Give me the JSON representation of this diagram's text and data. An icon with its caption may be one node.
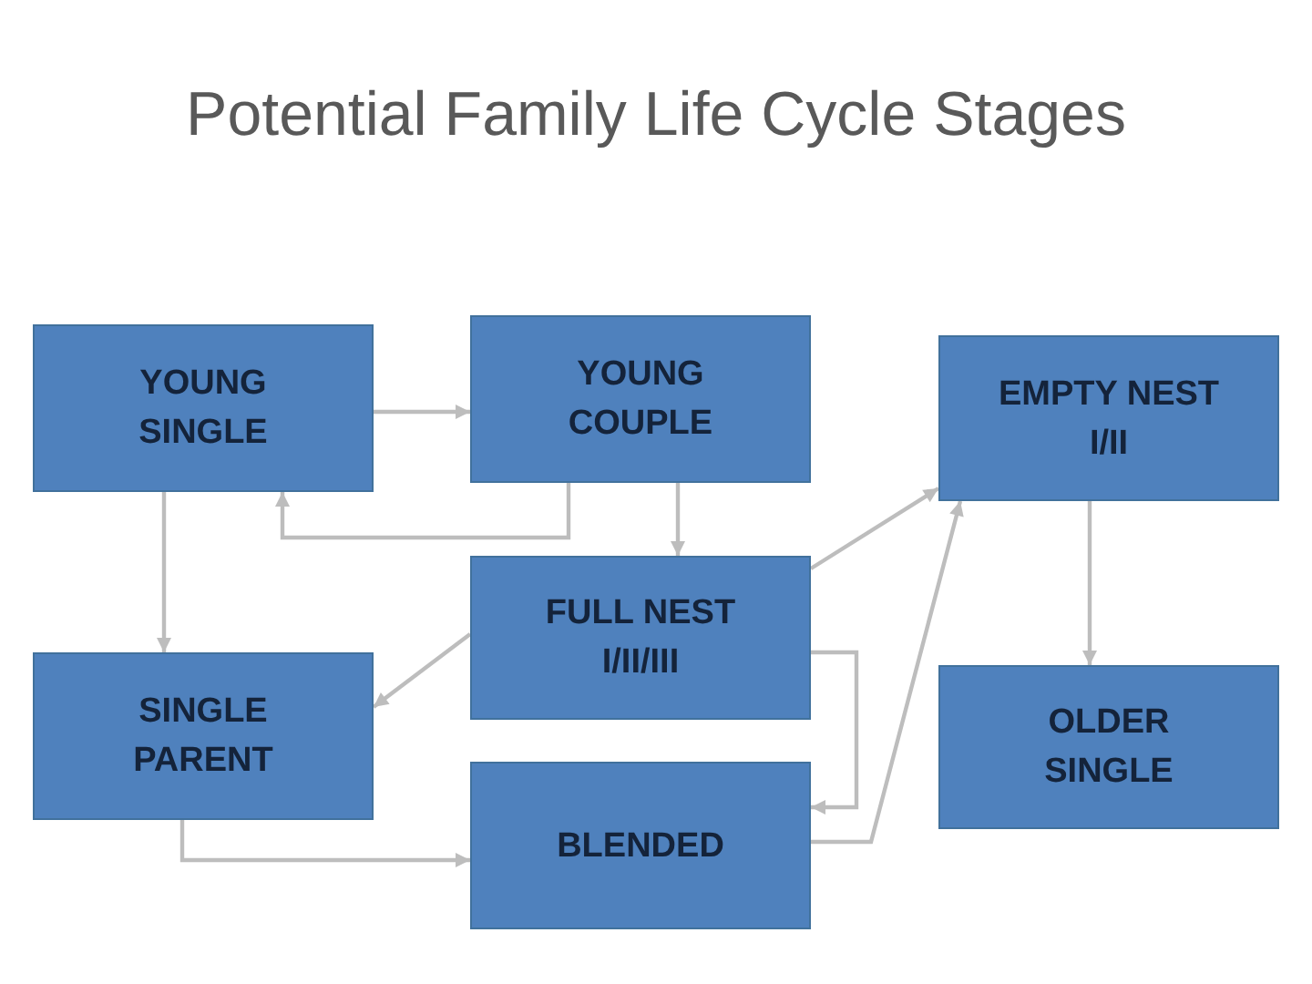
{
  "diagram": {
    "title": "Potential Family Life Cycle Stages",
    "nodes": [
      {
        "text": [
          "YOUNG SINGLE"
        ]
      },
      {
        "text": [
          "YOUNG COUPLE"
        ]
      },
      {
        "text": [
          "EMPTY NEST I/II"
        ]
      },
      {
        "text": [
          "FULL NEST I/II/III"
        ]
      },
      {
        "text": [
          "SINGLE PARENT"
        ]
      },
      {
        "text": [
          "BLENDED"
        ]
      },
      {
        "text": [
          "OLDER SINGLE"
        ]
      }
    ],
    "edges": [
      {
        "from": 0,
        "to": 1,
        "arrow": "to"
      },
      {
        "from": 0,
        "to": 4,
        "arrow": "to"
      },
      {
        "from": 1,
        "to": 3,
        "arrow": "to"
      },
      {
        "from": 1,
        "to": 0,
        "arrow": "to"
      },
      {
        "from": 3,
        "to": 4,
        "arrow": "to"
      },
      {
        "from": 4,
        "to": 5,
        "arrow": "to"
      },
      {
        "from": 3,
        "to": 2,
        "arrow": "to"
      },
      {
        "from": 3,
        "to": 5,
        "arrow": "to"
      },
      {
        "from": 5,
        "to": 2,
        "arrow": "to"
      },
      {
        "from": 2,
        "to": 6,
        "arrow": "to"
      }
    ]
  }
}
